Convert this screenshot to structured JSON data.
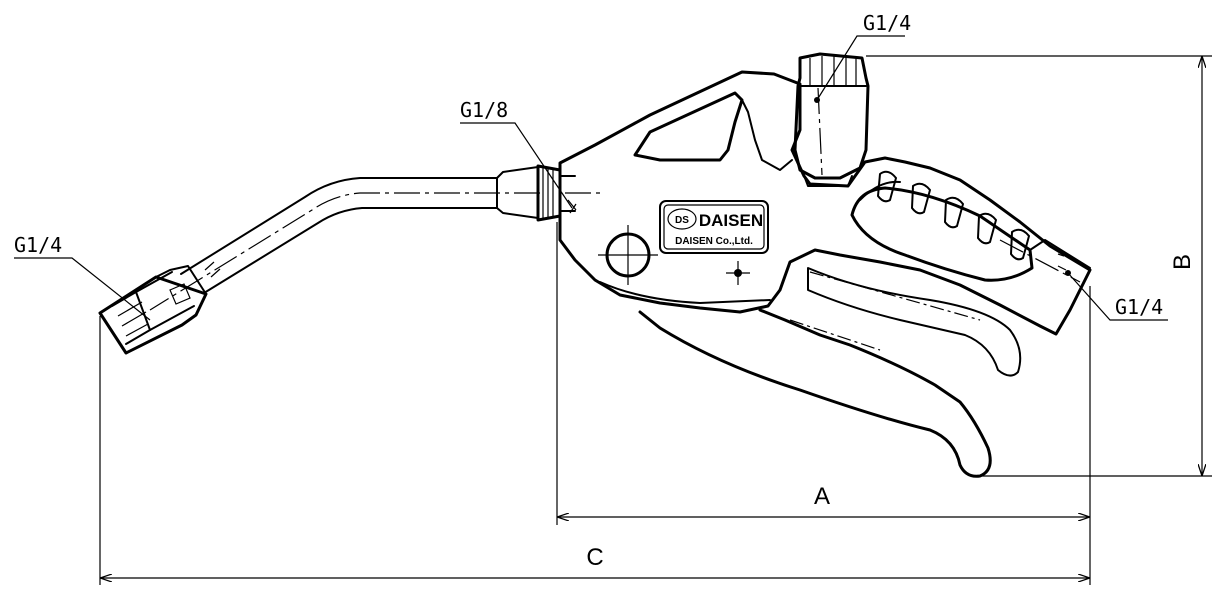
{
  "labels": {
    "port_top": "G1/4",
    "port_mid": "G1/8",
    "port_left": "G1/4",
    "port_right": "G1/4"
  },
  "dimensions": {
    "a": "A",
    "b": "B",
    "c": "C"
  },
  "logo": {
    "mark": "DS",
    "brand": "DAISEN",
    "company": "DAISEN Co.,Ltd."
  }
}
